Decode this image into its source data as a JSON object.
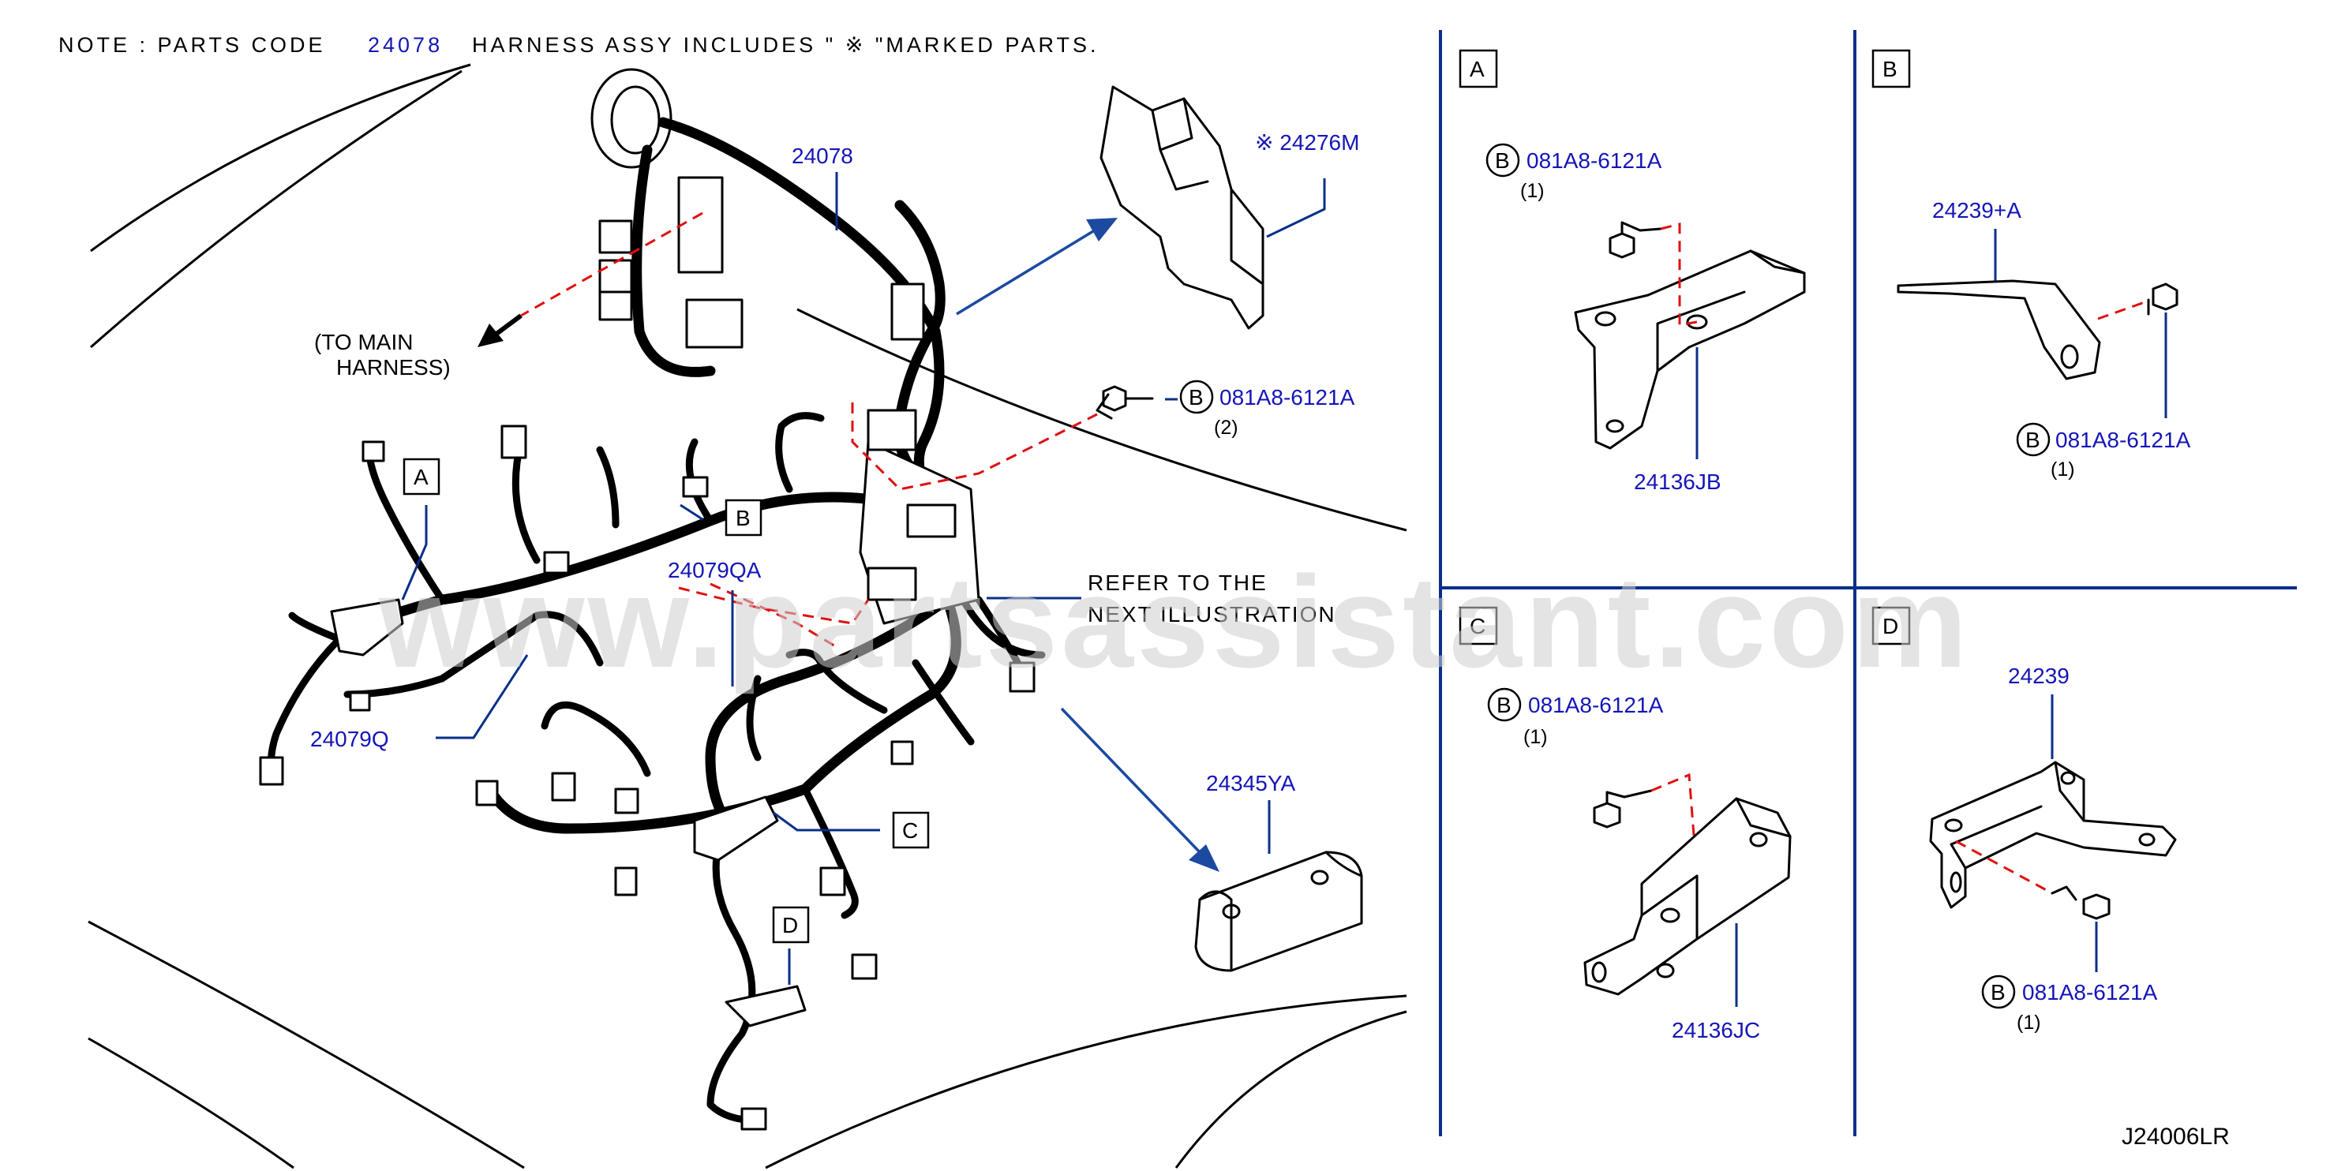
{
  "note": {
    "prefix": "NOTE : PARTS CODE",
    "code": "24078",
    "suffix": "HARNESS ASSY   INCLUDES \" ※   \"MARKED PARTS."
  },
  "diagram_code": "J24006LR",
  "watermark": "www.partsassistant.com",
  "main": {
    "to_main_line1": "(TO  MAIN",
    "to_main_line2": "HARNESS)",
    "refer_line1": "REFER  TO  THE",
    "refer_line2": "NEXT  ILLUSTRATION",
    "labels": {
      "p24078": "24078",
      "p24276m": "※ 24276M",
      "p081a8_main": "081A8-6121A",
      "qty_main": "(2)",
      "p24079qa": "24079QA",
      "p24079q": "24079Q",
      "p24345ya": "24345YA"
    },
    "callouts": {
      "a": "A",
      "b": "B",
      "c": "C",
      "d": "D"
    },
    "bolt_symbol": "B"
  },
  "panels": {
    "a": {
      "title": "A",
      "bolt_part": "081A8-6121A",
      "bolt_qty": "(1)",
      "bracket_part": "24136JB",
      "bolt_symbol": "B"
    },
    "b": {
      "title": "B",
      "bolt_part": "081A8-6121A",
      "bolt_qty": "(1)",
      "bracket_part": "24239+A",
      "bolt_symbol": "B"
    },
    "c": {
      "title": "C",
      "bolt_part": "081A8-6121A",
      "bolt_qty": "(1)",
      "bracket_part": "24136JC",
      "bolt_symbol": "B"
    },
    "d": {
      "title": "D",
      "bolt_part": "081A8-6121A",
      "bolt_qty": "(1)",
      "bracket_part": "24239",
      "bolt_symbol": "B"
    }
  },
  "colors": {
    "part_number": "#1515b8",
    "leader": "#0a2f8a",
    "dashed_guide": "#e01010",
    "watermark": "#cfcfcf"
  }
}
